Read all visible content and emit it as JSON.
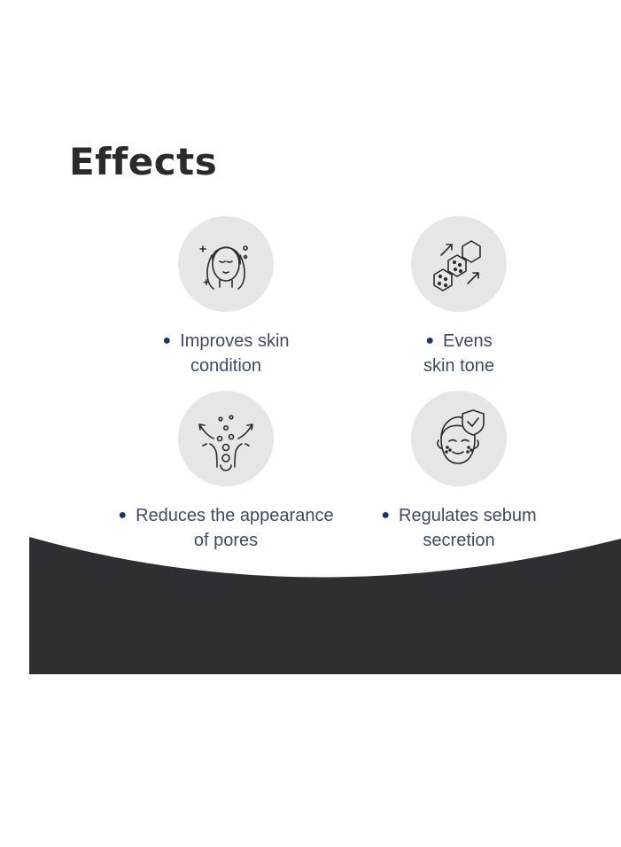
{
  "title": "Effects",
  "colors": {
    "dark": "#2f2f33",
    "text": "#3c4a63",
    "bullet": "#1f3564",
    "circle": "#e6e6e7"
  },
  "effects": [
    {
      "icon": "face-glow-icon",
      "line1": "Improves skin",
      "line2": "condition"
    },
    {
      "icon": "hexagon-cells-icon",
      "line1": "Evens",
      "line2": "skin tone"
    },
    {
      "icon": "pore-particles-icon",
      "line1": "Reduces the appearance",
      "line2": "of pores"
    },
    {
      "icon": "face-shield-icon",
      "line1": "Regulates sebum",
      "line2": "secretion"
    }
  ]
}
